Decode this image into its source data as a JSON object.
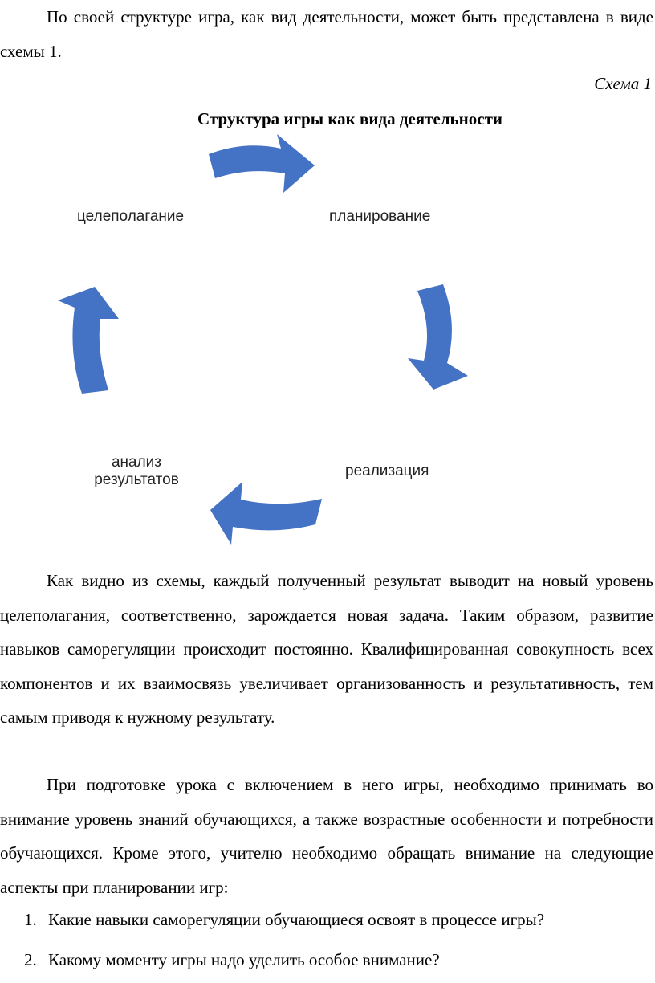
{
  "intro": "По своей структуре игра, как вид деятельности, может быть представлена в виде схемы 1.",
  "scheme": {
    "label": "Схема 1",
    "title": "Структура игры как вида деятельности",
    "nodes": {
      "goal_setting": "целеполагание",
      "planning": "планирование",
      "implementation": "реализация",
      "analysis_line1": "анализ",
      "analysis_line2": "результатов"
    },
    "arrow_color": "#4472C4"
  },
  "paragraph1": "Как видно из схемы, каждый полученный результат выводит на новый уровень целеполагания, соответственно, зарождается новая задача. Таким образом, развитие навыков саморегуляции происходит постоянно. Квалифицированная совокупность всех компонентов и их взаимосвязь увеличивает организованность и результативность, тем самым приводя к нужному результату.",
  "paragraph2": "При подготовке урока с включением в него игры, необходимо принимать во внимание уровень знаний обучающихся, а также возрастные особенности и потребности обучающихся. Кроме этого, учителю необходимо обращать внимание на следующие аспекты при планировании игр:",
  "list": [
    {
      "num": "1.",
      "text": "Какие навыки саморегуляции обучающиеся освоят в процессе игры?"
    },
    {
      "num": "2.",
      "text": "Какому моменту игры надо уделить особое внимание?"
    }
  ]
}
